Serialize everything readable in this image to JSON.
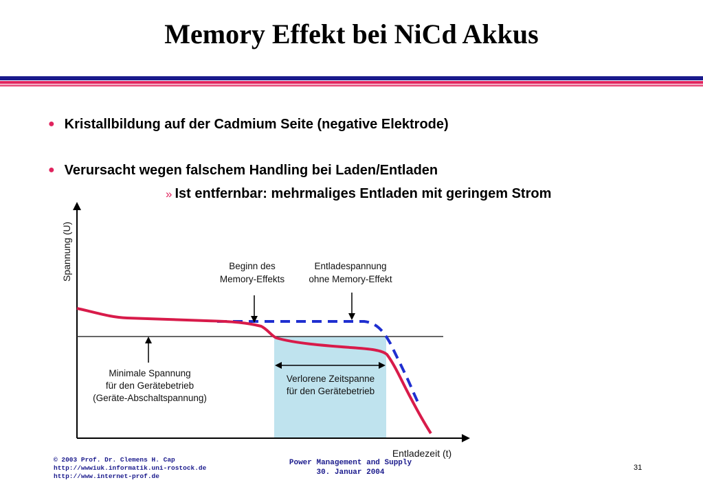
{
  "slide": {
    "title": "Memory Effekt bei NiCd Akkus",
    "bullets": [
      "Kristallbildung auf der Cadmium Seite (negative Elektrode)",
      "Verursacht wegen falschem Handling bei Laden/Entladen"
    ],
    "sub_bullet_marker": "»",
    "sub_bullet": "Ist entfernbar: mehrmaliges Entladen mit geringem Strom",
    "page_number": "31"
  },
  "diagram": {
    "y_axis_label": "Spannung (U)",
    "x_axis_label": "Entladezeit (t)",
    "label_memory_start": [
      "Beginn des",
      "Memory-Effekts"
    ],
    "label_no_memory": [
      "Entladespannung",
      "ohne Memory-Effekt"
    ],
    "label_min_voltage": [
      "Minimale Spannung",
      "für den Gerätebetrieb",
      "(Geräte-Abschaltspannung)"
    ],
    "label_lost_time": [
      "Verlorene Zeitspanne",
      "für den Gerätebetrieb"
    ]
  },
  "footer": {
    "left_lines": [
      "© 2003 Prof. Dr. Clemens H. Cap",
      "http://wwwiuk.informatik.uni-rostock.de",
      "http://www.internet-prof.de"
    ],
    "center_lines": [
      "Power Management and Supply",
      "30. Januar 2004"
    ]
  },
  "colors": {
    "accent_red": "#e0245e",
    "accent_blue": "#1a1a8c",
    "curve_red": "#d81b4a",
    "curve_blue_dashed": "#1f2fd0",
    "lost_time_fill": "#bfe3ee"
  }
}
